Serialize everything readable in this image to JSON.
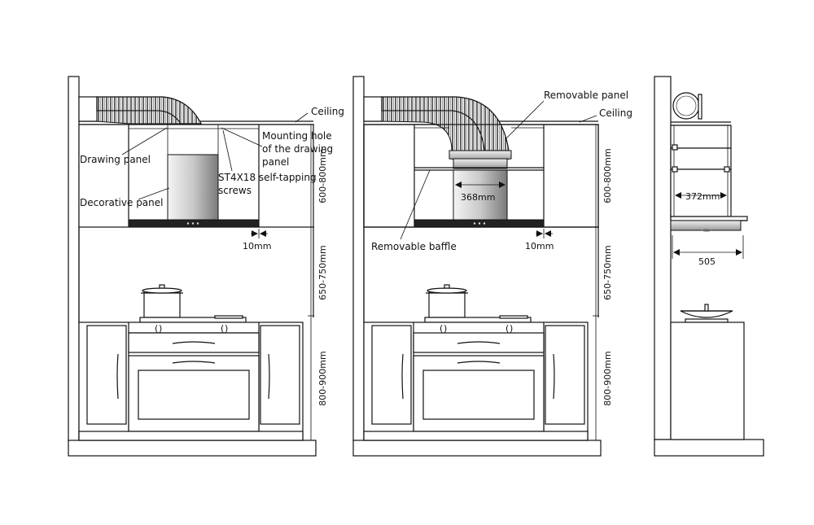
{
  "labels": {
    "ceiling_left": "Ceiling",
    "ceiling_mid": "Ceiling",
    "drawing_panel": "Drawing panel",
    "decorative_panel": "Decorative panel",
    "mounting_hole_1": "Mounting hole",
    "mounting_hole_2": "of the drawing",
    "mounting_hole_3": "panel",
    "screws_1": "ST4X18 self-tapping",
    "screws_2": "screws",
    "removable_panel": "Removable panel",
    "removable_baffle": "Removable baffle"
  },
  "dimensions": {
    "gap_left": "10mm",
    "gap_mid": "10mm",
    "width_mid": "368mm",
    "width_side": "372mm",
    "depth_side": "505",
    "cabinet_height_left": "600-800mm",
    "hood_height_left": "650-750mm",
    "counter_height_left": "800-900mm",
    "cabinet_height_mid": "600-800mm",
    "hood_height_mid": "650-750mm",
    "counter_height_mid": "800-900mm"
  },
  "colors": {
    "line": "#111111",
    "steel_light": "#f2f2f2",
    "steel_dark": "#777777"
  }
}
